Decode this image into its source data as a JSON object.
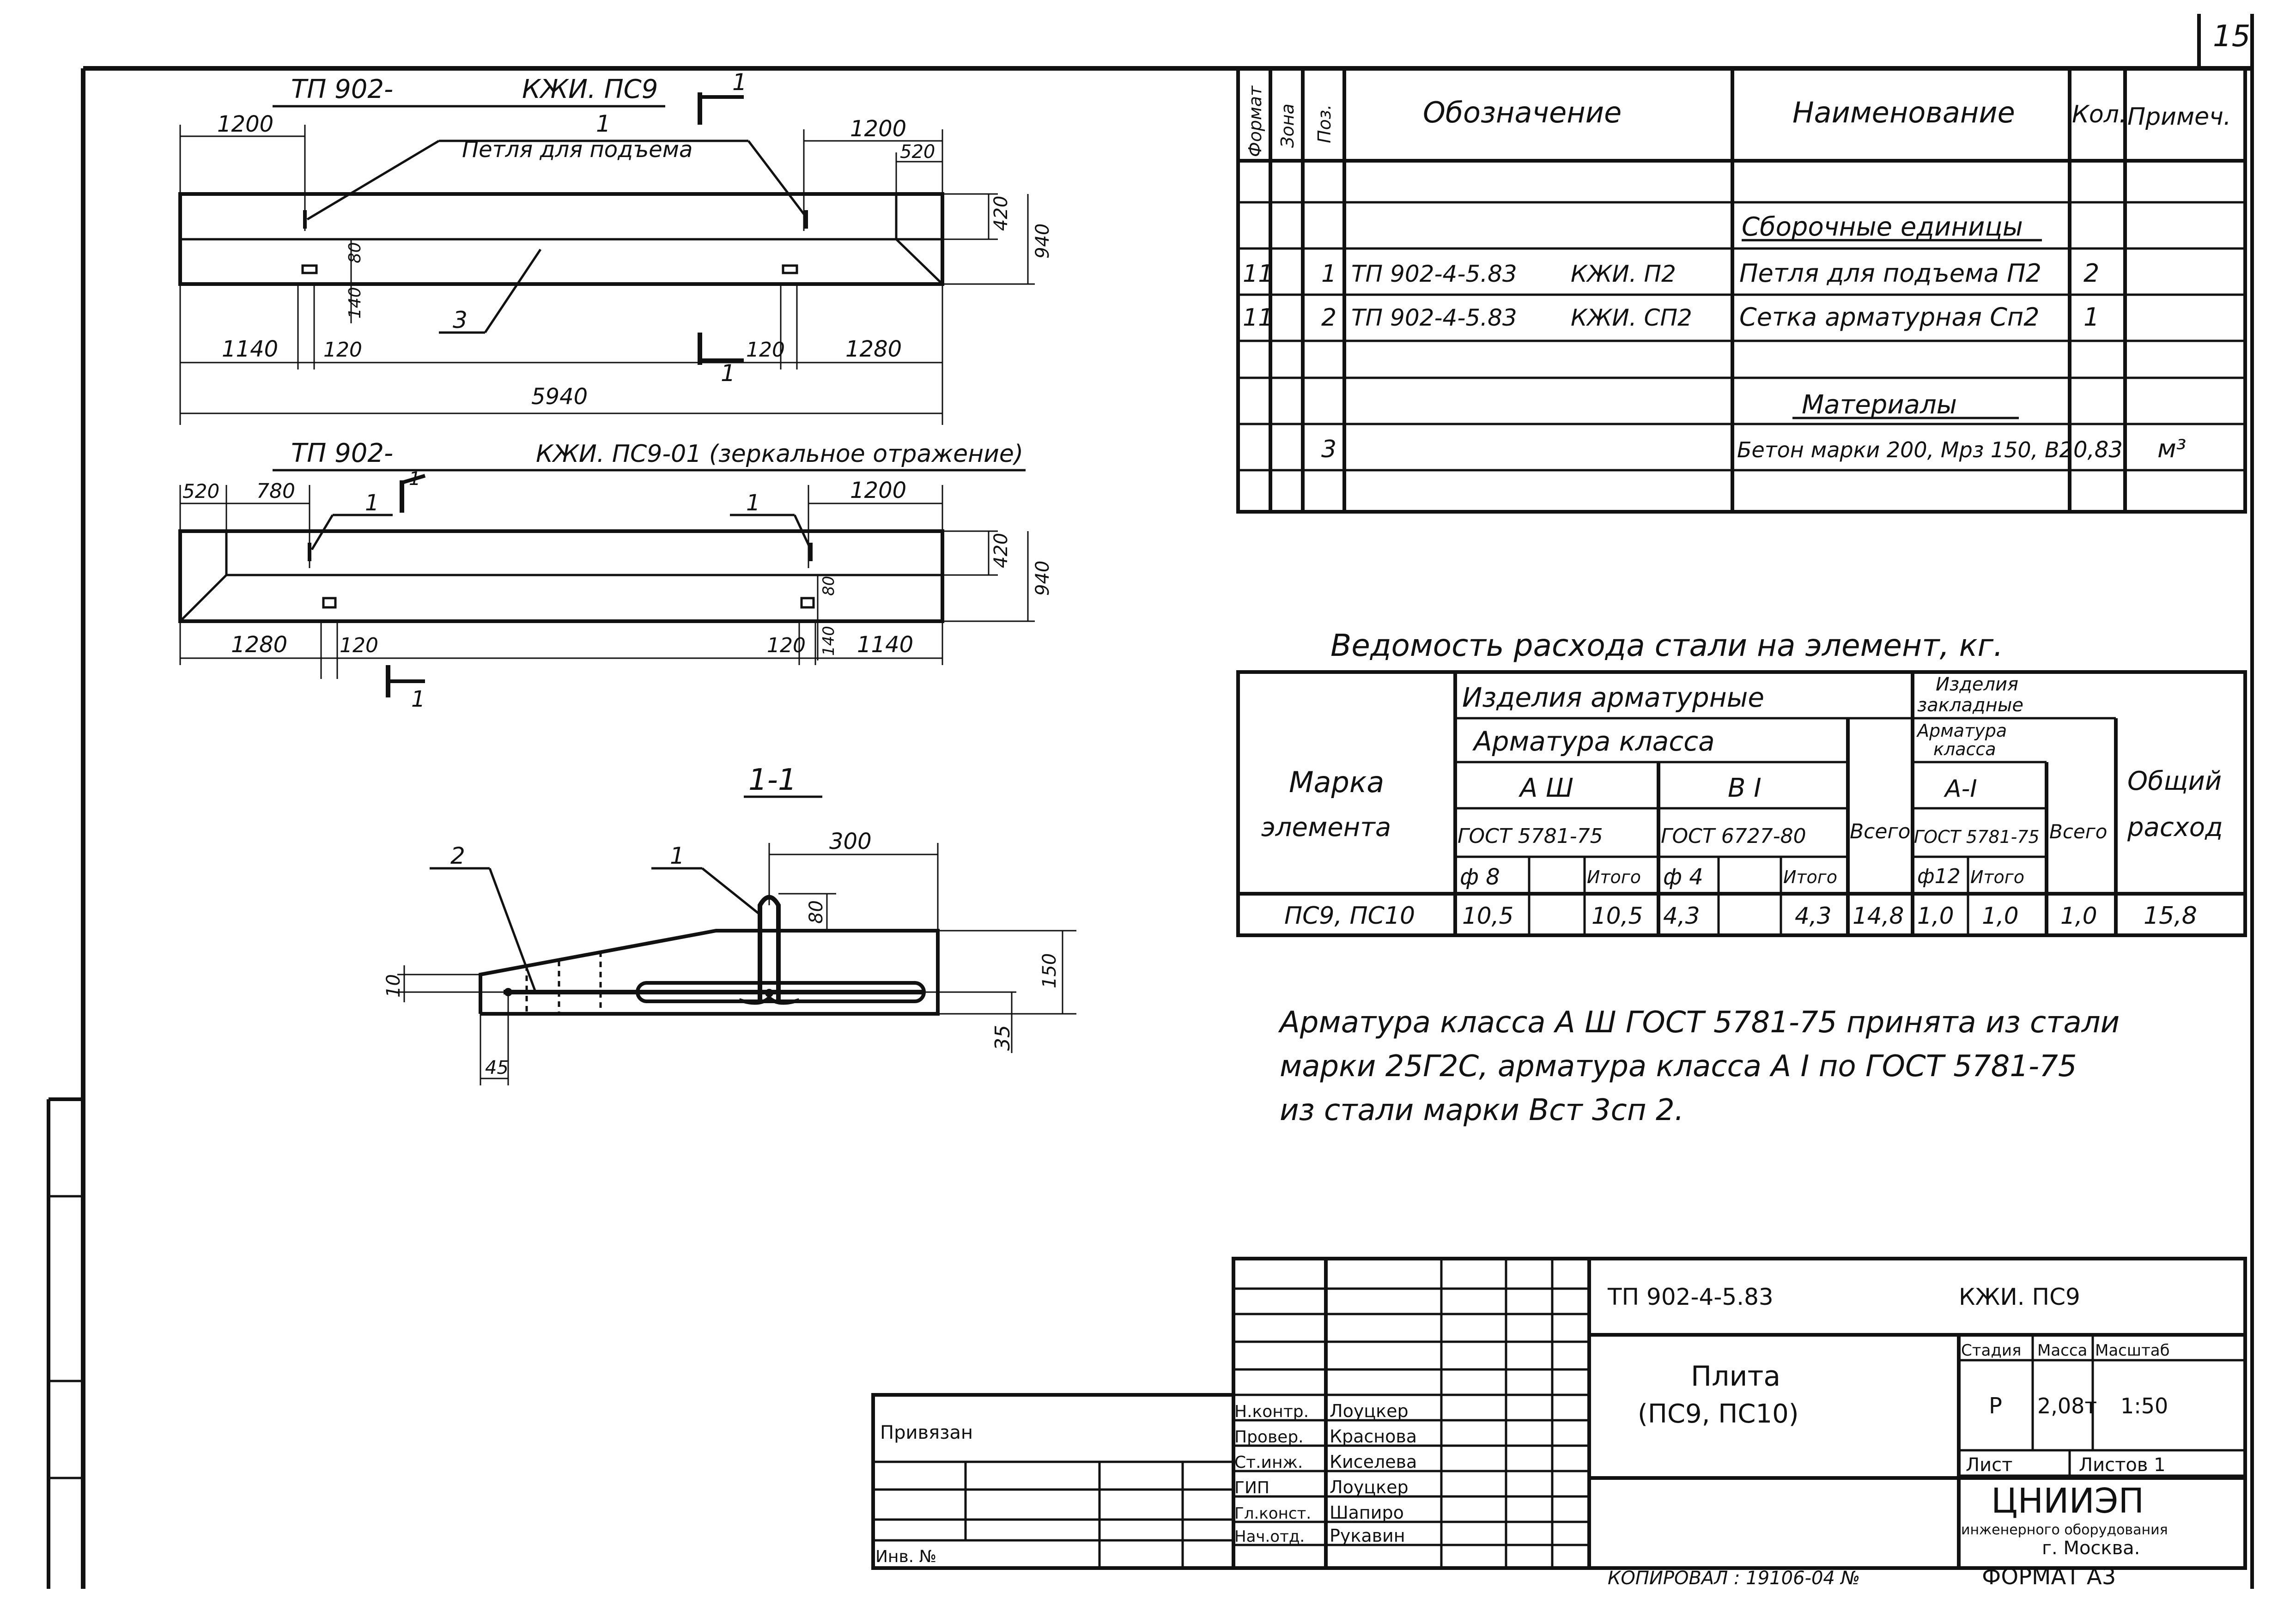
{
  "sheet": {
    "sheet_number": "15",
    "format": "ФОРМАТ А3",
    "copy_text": "КОПИРОВАЛ : 19106-04  №"
  },
  "plan1": {
    "title_prefix": "ТП 902-",
    "title_suffix": "КЖИ. ПС9",
    "section_mark": "1",
    "leader_num": "1",
    "leader_text": "Петля для подъема",
    "leader3_num": "3",
    "dims": {
      "top_left": "1200",
      "top_right": "1200",
      "top_corner": "520",
      "bot_1140": "1140",
      "bot_120a": "120",
      "bot_120b": "120",
      "bot_1280": "1280",
      "total": "5940",
      "h420": "420",
      "h940": "940",
      "h80": "80",
      "h140": "140"
    }
  },
  "plan2": {
    "title_prefix": "ТП 902-",
    "title_suffix": "КЖИ. ПС9-01 (зеркальное отражение)",
    "section_mark": "1",
    "leader_num": "1",
    "dims": {
      "top_520": "520",
      "top_780": "780",
      "top_1200": "1200",
      "bot_1280": "1280",
      "bot_120a": "120",
      "bot_120b": "120",
      "bot_1140": "1140",
      "h420": "420",
      "h940": "940",
      "h80": "80",
      "h140": "140"
    }
  },
  "section": {
    "title": "1-1",
    "leader1": "1",
    "leader2": "2",
    "dims": {
      "w300": "300",
      "h80": "80",
      "h150": "150",
      "h10": "10",
      "h35": "35",
      "w45": "45"
    }
  },
  "spec": {
    "header": {
      "format": "Формат",
      "zone": "Зона",
      "pos": "Поз.",
      "designation": "Обозначение",
      "name": "Наименование",
      "qty": "Кол.",
      "note": "Примеч."
    },
    "rows": [
      {
        "type": "section",
        "name": "Сборочные единицы"
      },
      {
        "format": "11",
        "pos": "1",
        "designation": "ТП 902-4-5.83",
        "mark": "КЖИ. П2",
        "name": "Петля для подъема П2",
        "qty": "2",
        "note": ""
      },
      {
        "format": "11",
        "pos": "2",
        "designation": "ТП 902-4-5.83",
        "mark": "КЖИ. СП2",
        "name": "Сетка арматурная Сп2",
        "qty": "1",
        "note": ""
      },
      {
        "type": "section",
        "name": "Материалы"
      },
      {
        "format": "",
        "pos": "3",
        "designation": "",
        "mark": "",
        "name": "Бетон марки 200, Мрз 150, В2",
        "qty": "0,83",
        "note": "м³"
      }
    ]
  },
  "steel": {
    "title": "Ведомость расхода стали на элемент, кг.",
    "mark_h1": "Марка",
    "mark_h2": "элемента",
    "products_rebar": "Изделия арматурные",
    "rebar_class": "Арматура класса",
    "a3": "А Ш",
    "b1": "В I",
    "gost_a3": "ГОСТ 5781-75",
    "gost_b1": "ГОСТ 6727-80",
    "d8": "ф 8",
    "d4": "ф 4",
    "itogo": "Итого",
    "vsego": "Всего",
    "embedded1": "Изделия",
    "embedded2": "закладные",
    "emb_class1": "Арматура",
    "emb_class2": "класса",
    "a1": "А-I",
    "gost_a1": "ГОСТ 5781-75",
    "d12": "ф12",
    "total1": "Общий",
    "total2": "расход",
    "row": {
      "mark": "ПС9, ПС10",
      "d8": "10,5",
      "a3_itogo": "10,5",
      "d4": "4,3",
      "b1_itogo": "4,3",
      "vsego": "14,8",
      "d12": "1,0",
      "a1_itogo": "1,0",
      "emb_vsego": "1,0",
      "total": "15,8"
    }
  },
  "notes": {
    "line1": "Арматура класса А Ш ГОСТ 5781-75 принята из стали",
    "line2": "марки 25Г2С, арматура класса А I по ГОСТ 5781-75",
    "line3": "из стали марки Вст 3сп 2."
  },
  "titleblock": {
    "doc_code": "ТП 902-4-5.83",
    "doc_mark": "КЖИ. ПС9",
    "product_name": "Плита",
    "product_variants": "(ПС9, ПС10)",
    "stage_label": "Стадия",
    "mass_label": "Масса",
    "scale_label": "Масштаб",
    "stage": "Р",
    "mass": "2,08т",
    "scale": "1:50",
    "sheet_label": "Лист",
    "sheets_label": "Листов 1",
    "org": "ЦНИИЭП",
    "org_line2": "инженерного оборудования",
    "org_city": "г. Москва.",
    "roles": [
      {
        "role": "Н.контр.",
        "name": "Лоуцкер"
      },
      {
        "role": "Провер.",
        "name": "Краснова"
      },
      {
        "role": "Ст.инж.",
        "name": "Киселева"
      },
      {
        "role": "ГИП",
        "name": "Лоуцкер"
      },
      {
        "role": "Гл.конст.",
        "name": "Шапиро"
      },
      {
        "role": "Нач.отд.",
        "name": "Рукавин"
      }
    ],
    "privyazan": "Привязан",
    "inv": "Инв. №"
  }
}
